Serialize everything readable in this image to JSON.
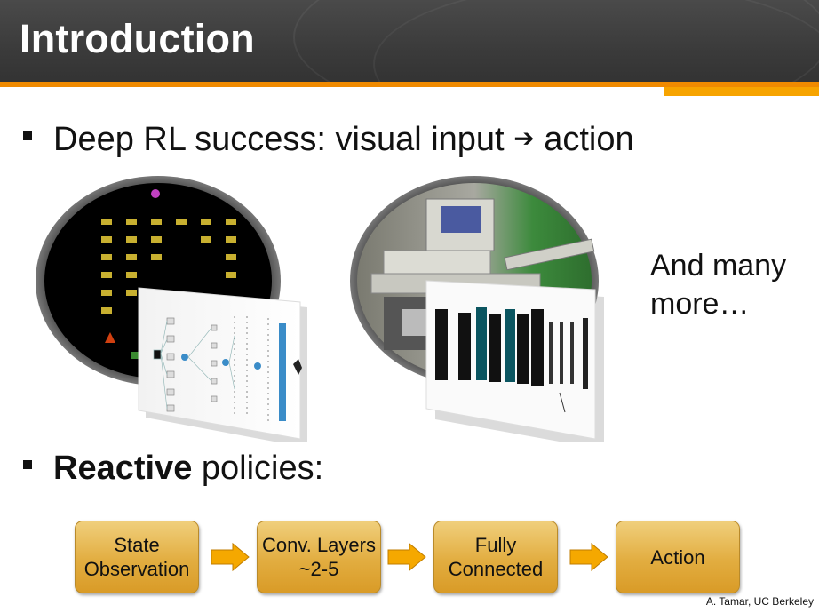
{
  "slide": {
    "title": "Introduction",
    "bullet1": {
      "text_before": "Deep RL success: visual input",
      "arrow": "➔",
      "text_after": "action"
    },
    "side_note": {
      "line1": "And many",
      "line2": "more…"
    },
    "bullet2": {
      "bold": "Reactive",
      "rest": " policies:"
    },
    "flow": [
      {
        "line1": "State",
        "line2": "Observation"
      },
      {
        "line1": "Conv. Layers",
        "line2": "~2-5"
      },
      {
        "line1": "Fully",
        "line2": "Connected"
      },
      {
        "line1": "Action",
        "line2": ""
      }
    ],
    "credit": "A. Tamar, UC Berkeley"
  },
  "colors": {
    "title_bar": "#3b3b3b",
    "accent_orange": "#f08a00",
    "box_gold": "#e2ad40",
    "arrow_orange": "#f5a800"
  },
  "icons": [
    "space-invaders-screen",
    "pr2-robot-photo",
    "neural-network-diagram",
    "conv-net-diagram",
    "right-arrow"
  ]
}
